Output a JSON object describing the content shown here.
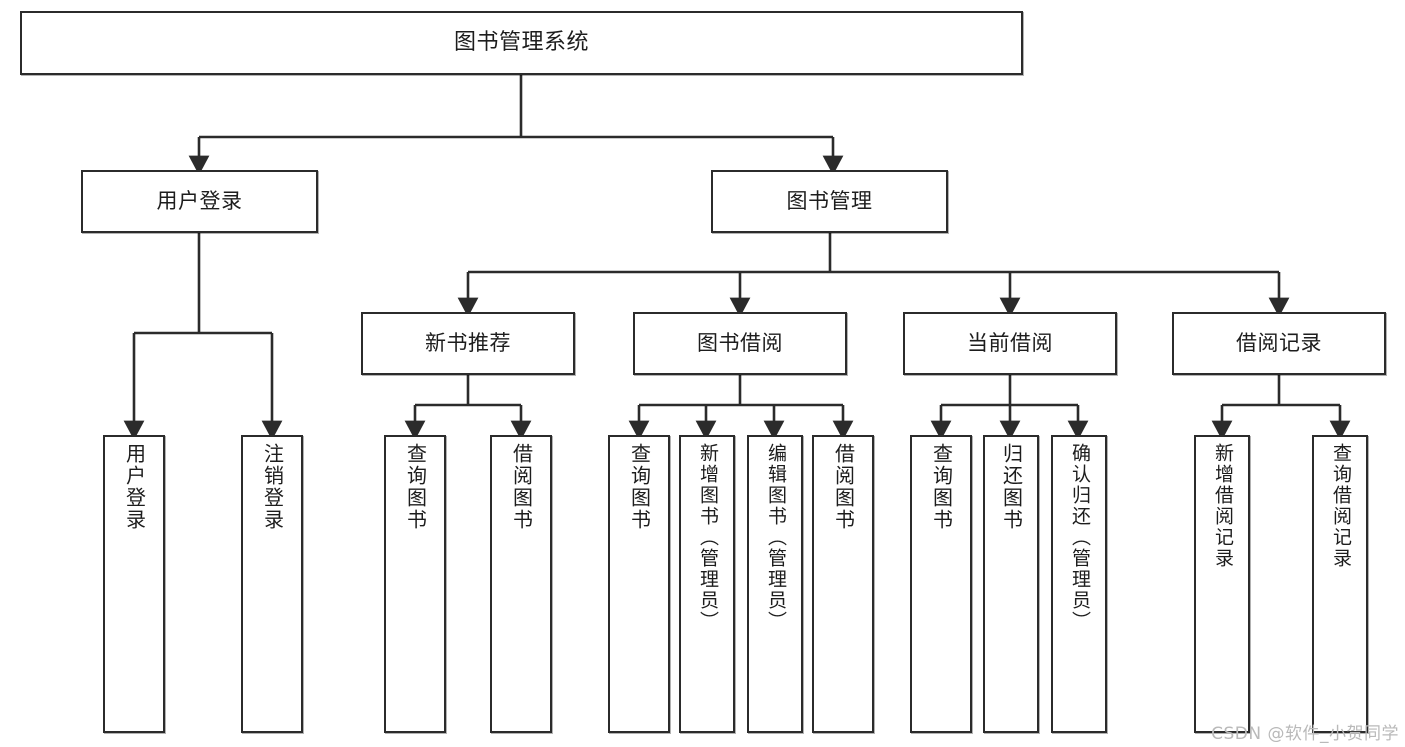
{
  "diagram": {
    "title": "图书管理系统",
    "watermark": "CSDN @软件_小贺同学",
    "type": "tree",
    "accent_color": "#2b2b2b",
    "background_color": "#ffffff"
  },
  "nodes": {
    "root": {
      "label": "图书管理系统"
    },
    "level2": [
      {
        "label": "用户登录"
      },
      {
        "label": "图书管理"
      }
    ],
    "level3": [
      {
        "label": "新书推荐"
      },
      {
        "label": "图书借阅"
      },
      {
        "label": "当前借阅"
      },
      {
        "label": "借阅记录"
      }
    ],
    "leaves": {
      "user_login": [
        {
          "label": "用户登录"
        },
        {
          "label": "注销登录"
        }
      ],
      "new_book_recommend": [
        {
          "label": "查询图书"
        },
        {
          "label": "借阅图书"
        }
      ],
      "book_borrow": [
        {
          "label": "查询图书"
        },
        {
          "label": "新增图书（管理员）"
        },
        {
          "label": "编辑图书（管理员）"
        },
        {
          "label": "借阅图书"
        }
      ],
      "current_borrow": [
        {
          "label": "查询图书"
        },
        {
          "label": "归还图书"
        },
        {
          "label": "确认归还（管理员）"
        }
      ],
      "borrow_record": [
        {
          "label": "新增借阅记录"
        },
        {
          "label": "查询借阅记录"
        }
      ]
    }
  }
}
